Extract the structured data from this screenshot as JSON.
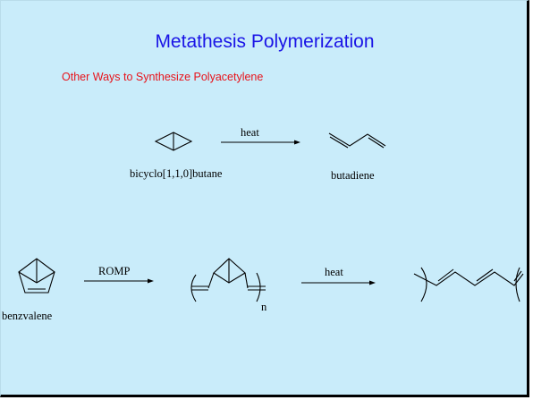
{
  "slide": {
    "title": "Metathesis Polymerization",
    "subtitle": "Other Ways to Synthesize Polyacetylene",
    "reaction1": {
      "reactant_label": "bicyclo[1,1,0]butane",
      "condition": "heat",
      "product_label": "butadiene"
    },
    "reaction2": {
      "reactant_label": "benzvalene",
      "condition_1": "ROMP",
      "repeat_subscript": "n",
      "condition_2": "heat"
    }
  },
  "colors": {
    "background": "#c9ecfa",
    "title": "#1a14e6",
    "subtitle": "#e8131b"
  }
}
